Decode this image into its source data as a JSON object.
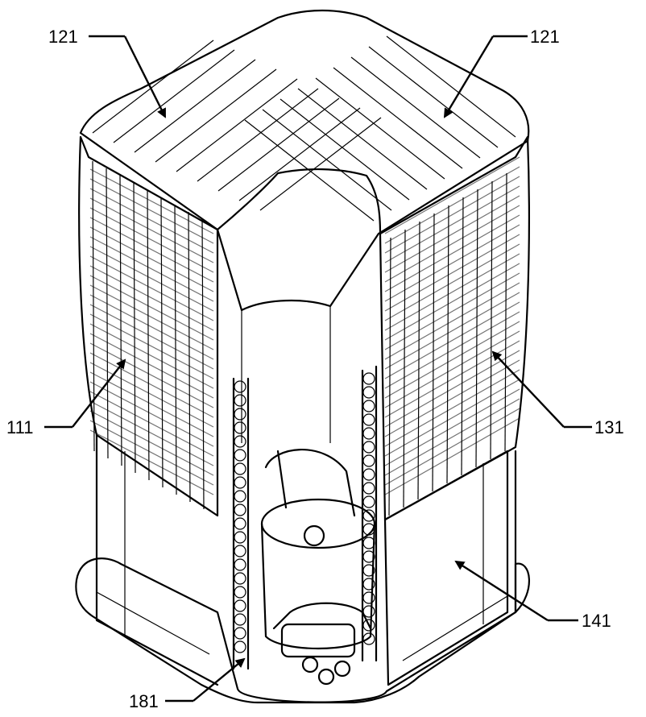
{
  "figure": {
    "labels": {
      "grille_left_top": "121",
      "grille_right_top": "121",
      "coil_left": "111",
      "coil_right": "131",
      "panel_front": "141",
      "base": "181"
    }
  }
}
